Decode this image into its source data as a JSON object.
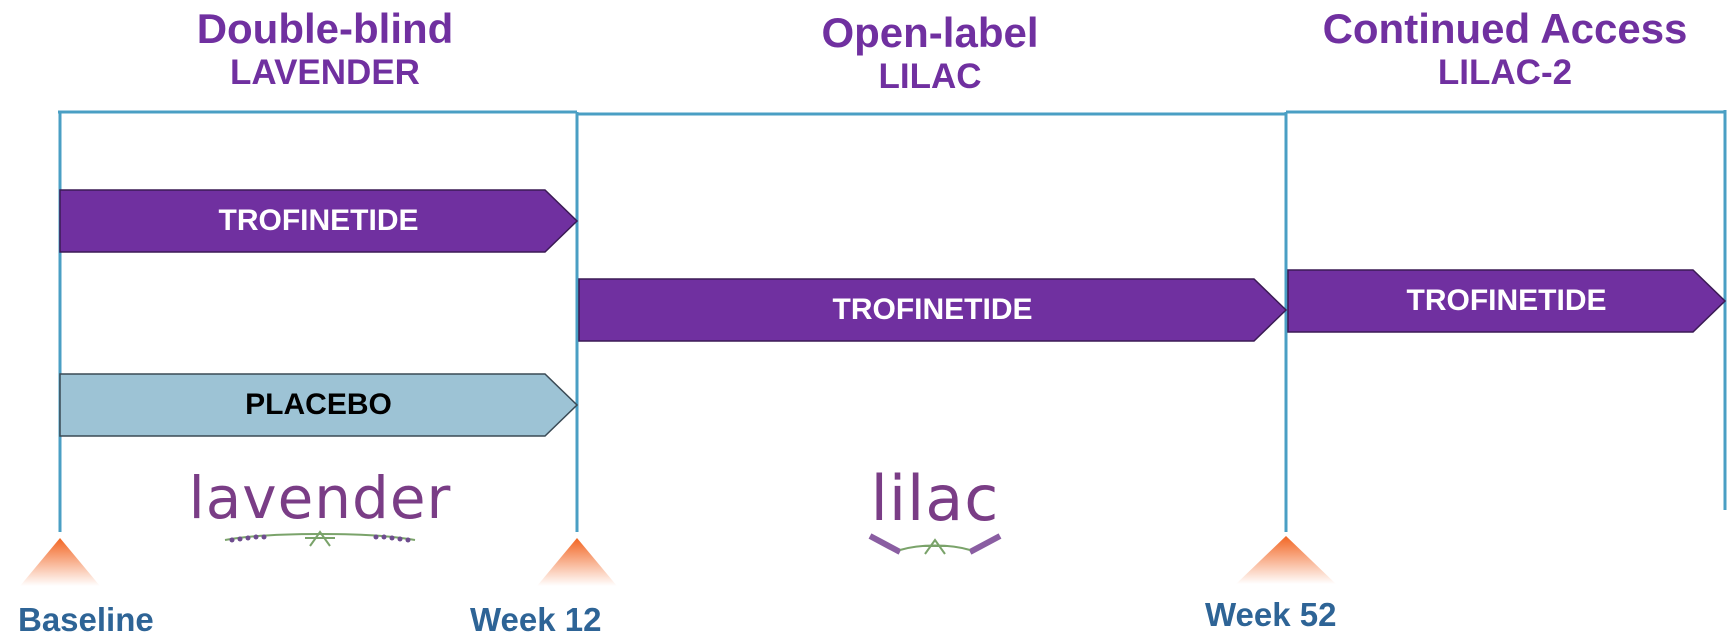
{
  "phases": [
    {
      "title": "Double-blind",
      "study": "LAVENDER"
    },
    {
      "title": "Open-label",
      "study": "LILAC"
    },
    {
      "title": "Continued Access",
      "study": "LILAC-2"
    }
  ],
  "arms": {
    "lavender_treatment": "TROFINETIDE",
    "lavender_placebo": "PLACEBO",
    "lilac_treatment": "TROFINETIDE",
    "lilac2_treatment": "TROFINETIDE"
  },
  "milestones": [
    "Baseline",
    "Week 12",
    "Week 52"
  ],
  "logos": {
    "lavender": "lavender",
    "lilac": "lilac"
  },
  "colors": {
    "treatment": "#7030a0",
    "placebo": "#9dc3d5",
    "timeline": "#4a9fc4",
    "milestone_text": "#2e6496",
    "marker": "#f26522"
  }
}
